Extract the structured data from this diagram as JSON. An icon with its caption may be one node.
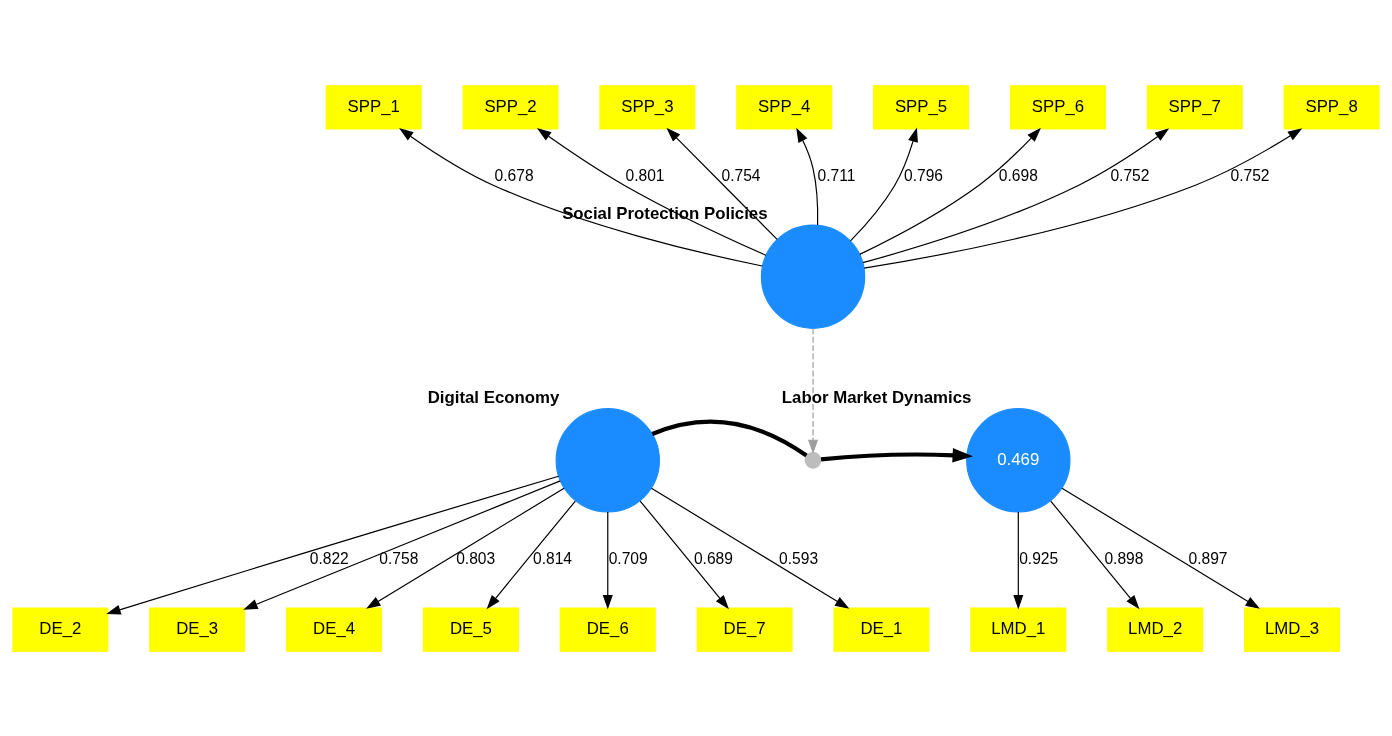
{
  "diagram": {
    "nodes": [
      {
        "text": [
          "SPP_1"
        ]
      },
      {
        "text": [
          "SPP_2"
        ]
      },
      {
        "text": [
          "SPP_3"
        ]
      },
      {
        "text": [
          "SPP_4"
        ]
      },
      {
        "text": [
          "SPP_5"
        ]
      },
      {
        "text": [
          "SPP_6"
        ]
      },
      {
        "text": [
          "SPP_7"
        ]
      },
      {
        "text": [
          "SPP_8"
        ]
      },
      {
        "text": [
          "Social Protection Policies"
        ]
      },
      {
        "text": [
          "DE_2"
        ]
      },
      {
        "text": [
          "DE_3"
        ]
      },
      {
        "text": [
          "DE_4"
        ]
      },
      {
        "text": [
          "DE_5"
        ]
      },
      {
        "text": [
          "DE_6"
        ]
      },
      {
        "text": [
          "DE_7"
        ]
      },
      {
        "text": [
          "DE_1"
        ]
      },
      {
        "text": [
          "Digital Economy"
        ]
      },
      {
        "text": [],
        "shape": "circle"
      },
      {
        "text": [
          "0.469",
          "Labor Market Dynamics"
        ]
      },
      {
        "text": [
          "LMD_1"
        ]
      },
      {
        "text": [
          "LMD_2"
        ]
      },
      {
        "text": [
          "LMD_3"
        ]
      }
    ],
    "edges": [
      {
        "from": 8,
        "to": 0,
        "arrow": "to",
        "label": "0.678"
      },
      {
        "from": 8,
        "to": 1,
        "arrow": "to",
        "label": "0.801"
      },
      {
        "from": 8,
        "to": 2,
        "arrow": "to",
        "label": "0.754"
      },
      {
        "from": 8,
        "to": 3,
        "arrow": "to",
        "label": "0.711"
      },
      {
        "from": 8,
        "to": 4,
        "arrow": "to",
        "label": "0.796"
      },
      {
        "from": 8,
        "to": 5,
        "arrow": "to",
        "label": "0.698"
      },
      {
        "from": 8,
        "to": 6,
        "arrow": "to",
        "label": "0.752"
      },
      {
        "from": 8,
        "to": 7,
        "arrow": "to",
        "label": "0.752"
      },
      {
        "from": 16,
        "to": 9,
        "arrow": "to",
        "label": "0.822"
      },
      {
        "from": 16,
        "to": 10,
        "arrow": "to",
        "label": "0.758"
      },
      {
        "from": 16,
        "to": 11,
        "arrow": "to",
        "label": "0.803"
      },
      {
        "from": 16,
        "to": 12,
        "arrow": "to",
        "label": "0.814"
      },
      {
        "from": 16,
        "to": 13,
        "arrow": "to",
        "label": "0.709"
      },
      {
        "from": 16,
        "to": 14,
        "arrow": "to",
        "label": "0.689"
      },
      {
        "from": 16,
        "to": 15,
        "arrow": "to",
        "label": "0.593"
      },
      {
        "from": 16,
        "to": 17,
        "arrow": "none",
        "style": "thick"
      },
      {
        "from": 17,
        "to": 18,
        "arrow": "to",
        "style": "thick"
      },
      {
        "from": 8,
        "to": 17,
        "arrow": "to",
        "style": "dashed",
        "color": "#9e9e9e"
      },
      {
        "from": 18,
        "to": 19,
        "arrow": "to",
        "label": "0.925"
      },
      {
        "from": 18,
        "to": 20,
        "arrow": "to",
        "label": "0.898"
      },
      {
        "from": 18,
        "to": 21,
        "arrow": "to",
        "label": "0.897"
      }
    ]
  }
}
